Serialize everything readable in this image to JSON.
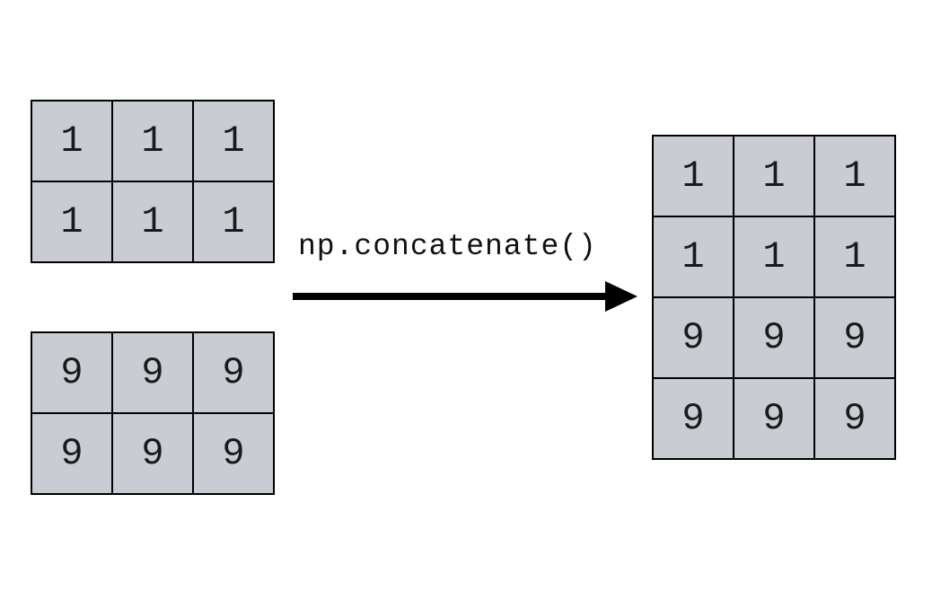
{
  "function_label": "np.concatenate()",
  "input_a": {
    "rows": [
      [
        "1",
        "1",
        "1"
      ],
      [
        "1",
        "1",
        "1"
      ]
    ]
  },
  "input_b": {
    "rows": [
      [
        "9",
        "9",
        "9"
      ],
      [
        "9",
        "9",
        "9"
      ]
    ]
  },
  "result": {
    "rows": [
      [
        "1",
        "1",
        "1"
      ],
      [
        "1",
        "1",
        "1"
      ],
      [
        "9",
        "9",
        "9"
      ],
      [
        "9",
        "9",
        "9"
      ]
    ]
  },
  "colors": {
    "cell_fill": "#c9ccd3",
    "border": "#000000",
    "arrow": "#000000"
  }
}
